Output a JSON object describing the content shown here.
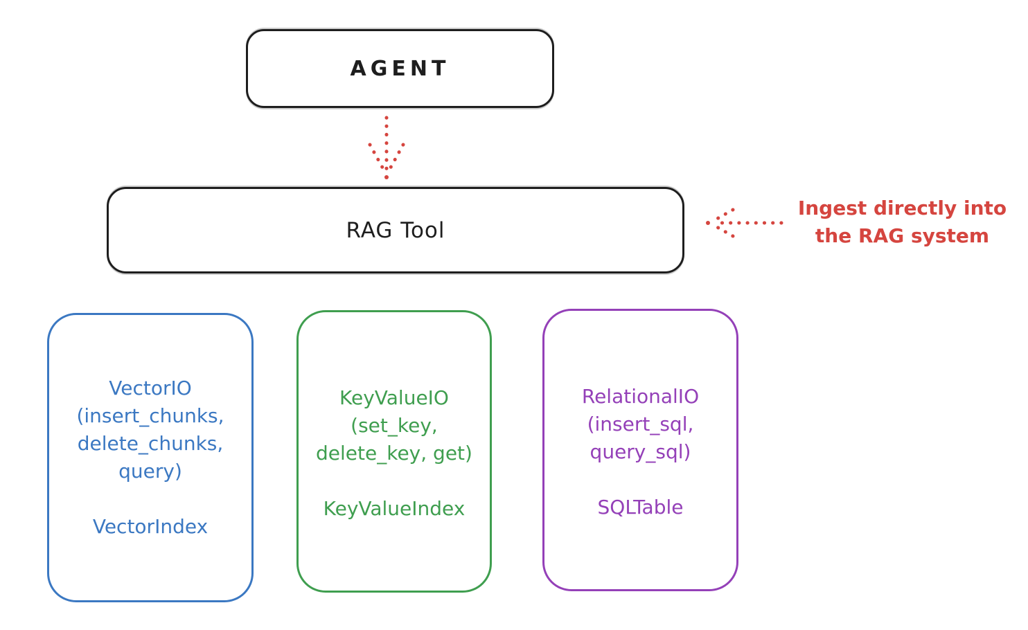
{
  "colors": {
    "ink": "#1e1e1e",
    "blue": "#3b78c2",
    "green": "#3f9e4f",
    "purple": "#9440b8",
    "red": "#d5453f",
    "bg": "#ffffff"
  },
  "agent": {
    "label": "AGENT"
  },
  "rag_tool": {
    "label": "RAG Tool"
  },
  "annotation": {
    "line1": "Ingest directly into",
    "line2": "the RAG system"
  },
  "vector_box": {
    "line1": "VectorIO",
    "line2": "(insert_chunks,",
    "line3": "delete_chunks,",
    "line4": "query)",
    "index_label": "VectorIndex"
  },
  "keyvalue_box": {
    "line1": "KeyValueIO",
    "line2": "(set_key,",
    "line3": "delete_key, get)",
    "index_label": "KeyValueIndex"
  },
  "relational_box": {
    "line1": "RelationalIO",
    "line2": "(insert_sql,",
    "line3": "query_sql)",
    "index_label": "SQLTable"
  }
}
